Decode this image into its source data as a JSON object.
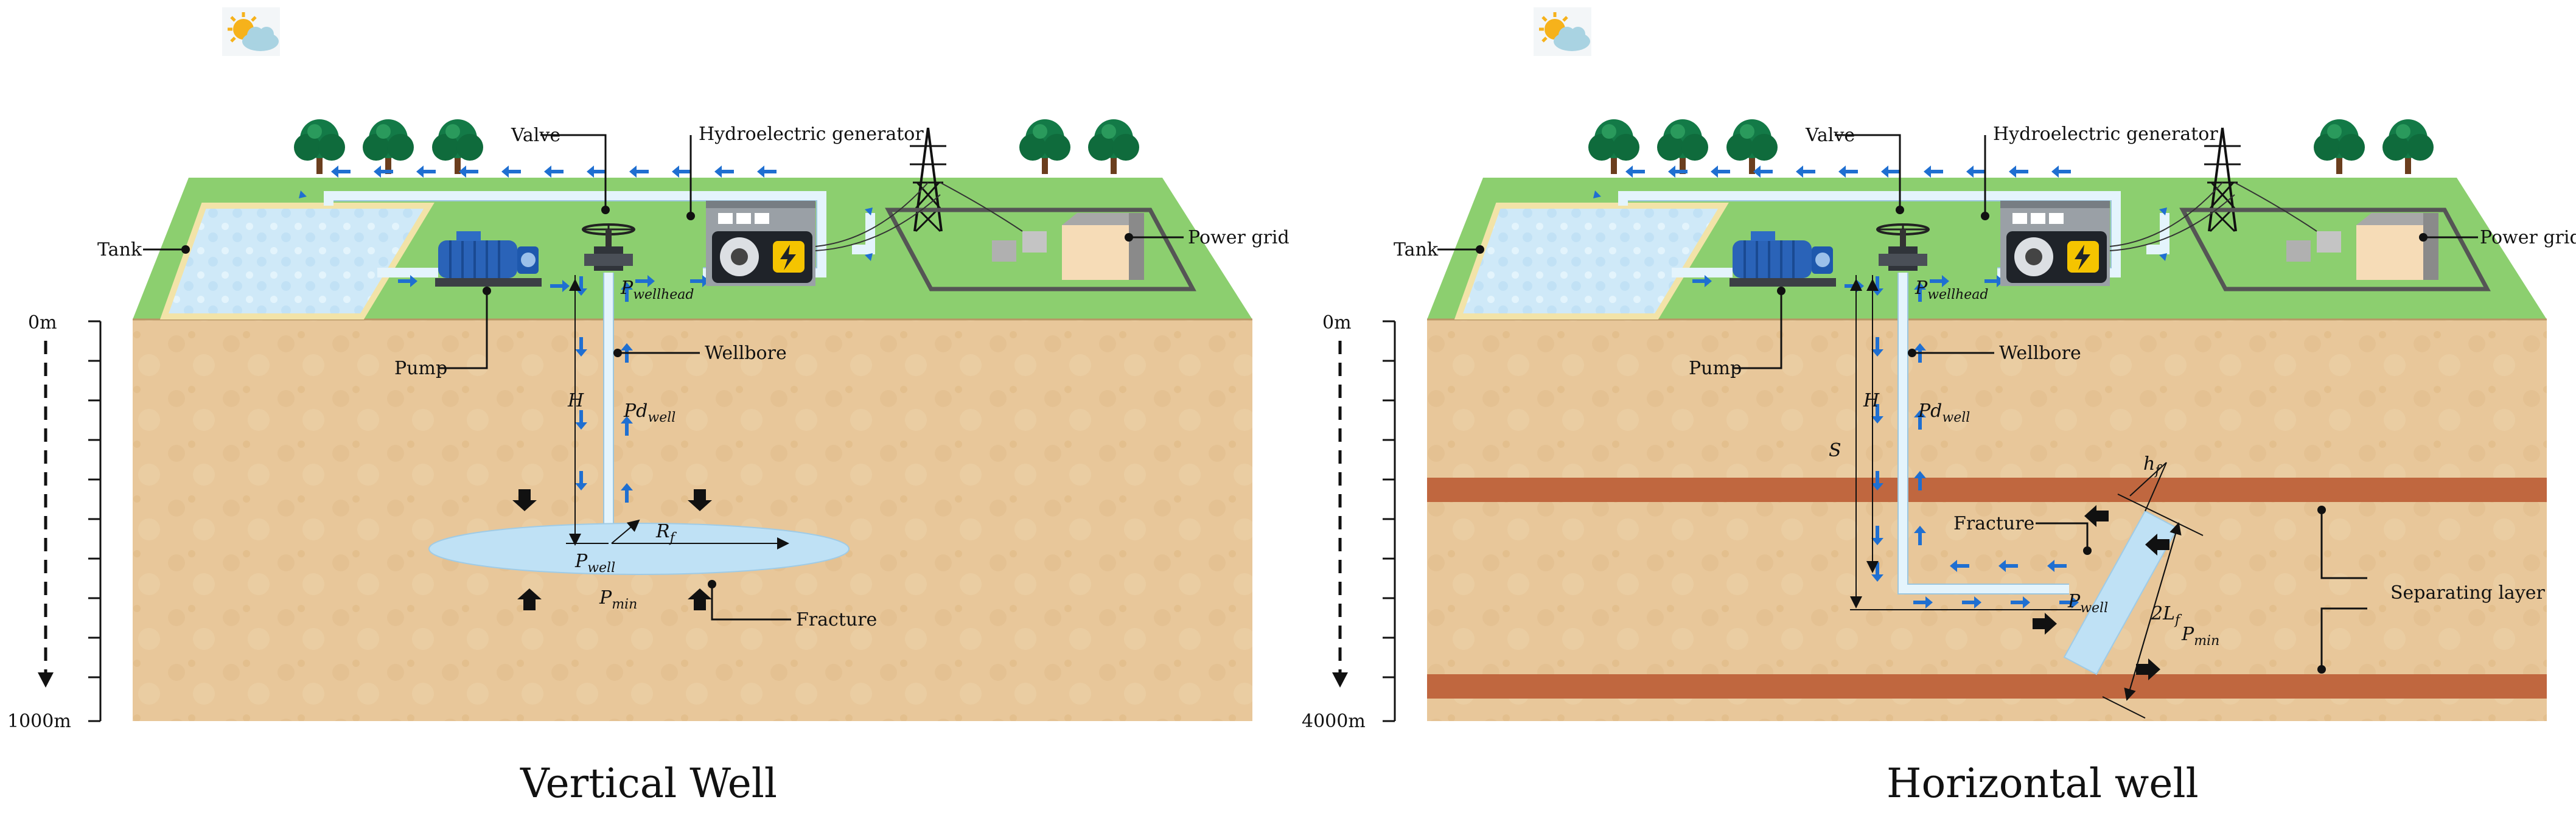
{
  "left_panel": {
    "caption": "Vertical Well",
    "depth_top": "0m",
    "depth_bottom": "1000m",
    "labels": {
      "tank": "Tank",
      "valve": "Valve",
      "generator": "Hydroelectric generator",
      "grid": "Power grid",
      "pump": "Pump",
      "wellbore": "Wellbore",
      "fracture": "Fracture"
    },
    "symbols": {
      "H": "H",
      "Pwellhead": "P",
      "Pwellhead_sub": "wellhead",
      "Pdwell": "Pd",
      "Pdwell_sub": "well",
      "Rf": "R",
      "Rf_sub": "f",
      "Pwell": "P",
      "Pwell_sub": "well",
      "Pmin": "P",
      "Pmin_sub": "min"
    }
  },
  "right_panel": {
    "caption": "Horizontal well",
    "depth_top": "0m",
    "depth_bottom": "4000m",
    "labels": {
      "tank": "Tank",
      "valve": "Valve",
      "generator": "Hydroelectric generator",
      "grid": "Power grid",
      "pump": "Pump",
      "wellbore": "Wellbore",
      "fracture": "Fracture",
      "separating": "Separating layer"
    },
    "symbols": {
      "H": "H",
      "S": "S",
      "Pwellhead": "P",
      "Pwellhead_sub": "wellhead",
      "Pdwell": "Pd",
      "Pdwell_sub": "well",
      "hf": "h",
      "hf_sub": "f",
      "Pwell": "P",
      "Pwell_sub": "well",
      "Lf": "2L",
      "Lf_sub": "f",
      "Pmin": "P",
      "Pmin_sub": "min"
    }
  },
  "colors": {
    "grass": "#8ccf6f",
    "soil": "#e8c79a",
    "layer": "#c0673f",
    "water": "#bfe1f5",
    "pipe": "#dff1fb",
    "flow": "#1f6fd1",
    "pump": "#2a63b8"
  },
  "icons": [
    "weather-icon",
    "tree-icon",
    "pump-icon",
    "valve-icon",
    "generator-icon",
    "power-tower-icon",
    "substation-icon"
  ]
}
